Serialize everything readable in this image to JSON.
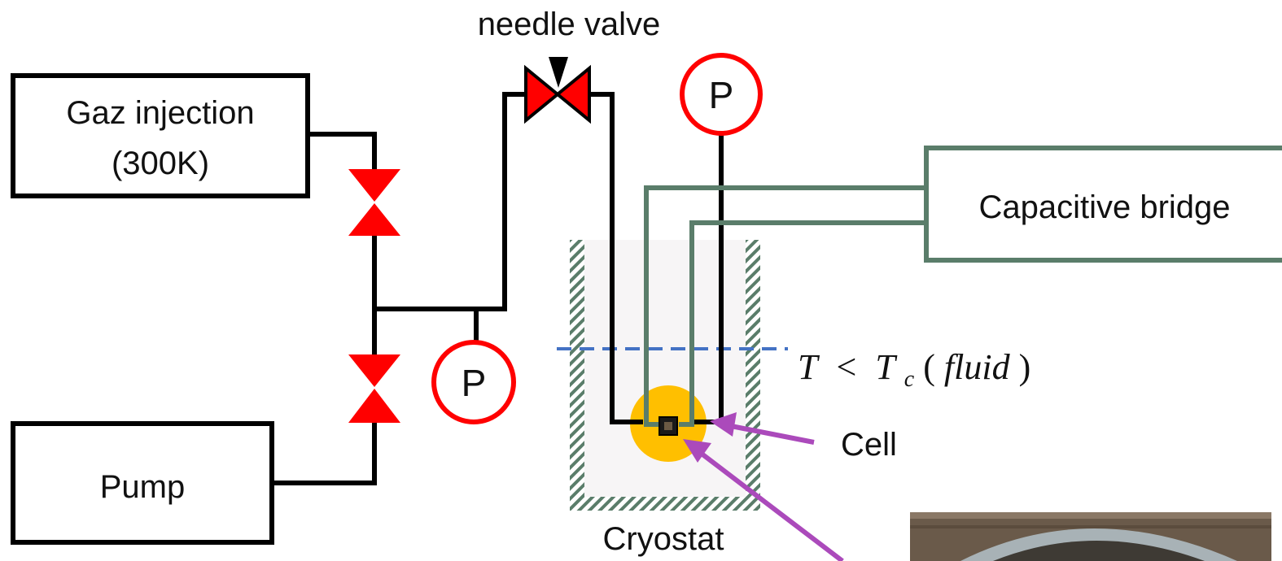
{
  "labels": {
    "needle_valve": "needle valve",
    "gas_injection_line1": "Gaz injection",
    "gas_injection_line2": "(300K)",
    "pump": "Pump",
    "capacitive_bridge": "Capacitive bridge",
    "cryostat": "Cryostat",
    "cell": "Cell",
    "gauge_symbol": "P"
  },
  "condition": {
    "T": "T",
    "lt": "<",
    "Tc": "T",
    "c": "c",
    "paren_open": "(",
    "fluid": "fluid",
    "paren_close": ")"
  },
  "colors": {
    "pipe": "#000000",
    "valve": "#ff0000",
    "gauge": "#ff0000",
    "wire": "#5a7d6a",
    "cryostat_wall": "#5a7d6a",
    "cryostat_fill": "#f7f5f6",
    "cell": "#ffbf00",
    "arrow": "#ab4abb",
    "level_line": "#4472c4"
  }
}
